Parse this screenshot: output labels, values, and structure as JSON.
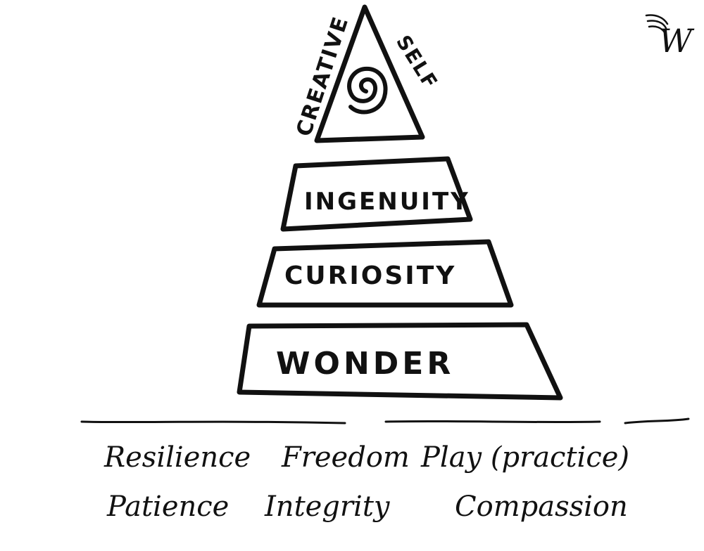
{
  "diagram": {
    "apex": {
      "left_label": "CREATIVE",
      "right_label": "SELF",
      "symbol": "spiral-icon"
    },
    "tiers": [
      {
        "label": "INGENUITY"
      },
      {
        "label": "CURIOSITY"
      },
      {
        "label": "WONDER"
      }
    ]
  },
  "foundations": {
    "row1": [
      "Resilience",
      "Freedom",
      "Play (practice)"
    ],
    "row2": [
      "Patience",
      "Integrity",
      "Compassion"
    ]
  },
  "logo": {
    "letter": "W",
    "icon": "wing-icon"
  },
  "colors": {
    "ink": "#111111",
    "paper": "#ffffff"
  }
}
